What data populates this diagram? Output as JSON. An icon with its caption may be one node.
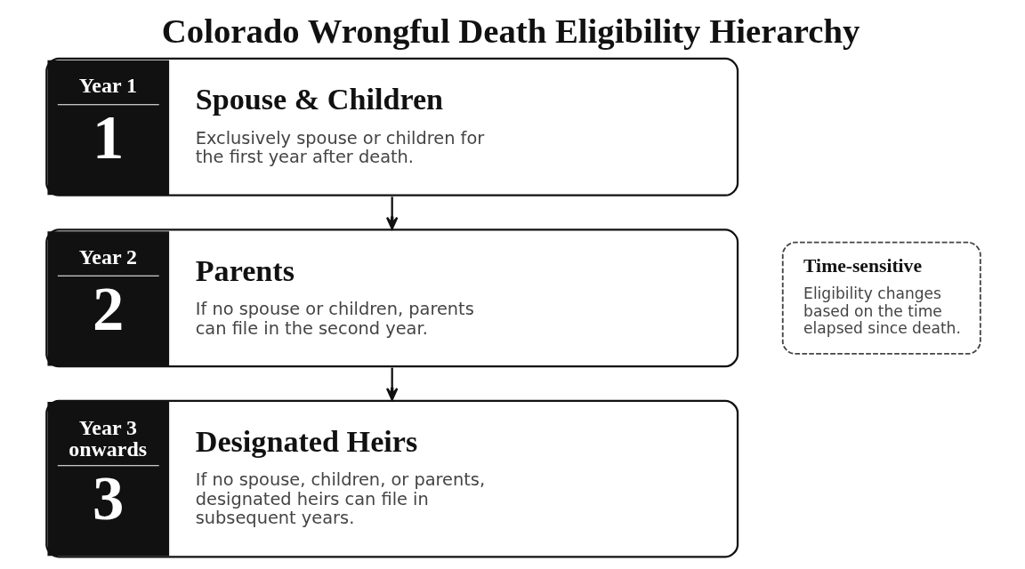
{
  "diagram": {
    "title": "Colorado Wrongful Death Eligibility Hierarchy",
    "nodes": [
      {
        "text": [
          "Year 1",
          "1",
          "Spouse & Children",
          "Exclusively spouse or children for the first year after death."
        ]
      },
      {
        "text": [
          "Year 2",
          "2",
          "Parents",
          "If no spouse or children, parents can file in the second year."
        ]
      },
      {
        "text": [
          "Year 3 onwards",
          "3",
          "Designated Heirs",
          "If no spouse, children, or parents, designated heirs can file in subsequent years."
        ]
      },
      {
        "text": [
          "Time-sensitive",
          "Eligibility changes based on the time elapsed since death."
        ]
      }
    ],
    "edges": [
      {
        "from": 0,
        "to": 1,
        "arrow": "to"
      },
      {
        "from": 1,
        "to": 2,
        "arrow": "to"
      }
    ]
  }
}
